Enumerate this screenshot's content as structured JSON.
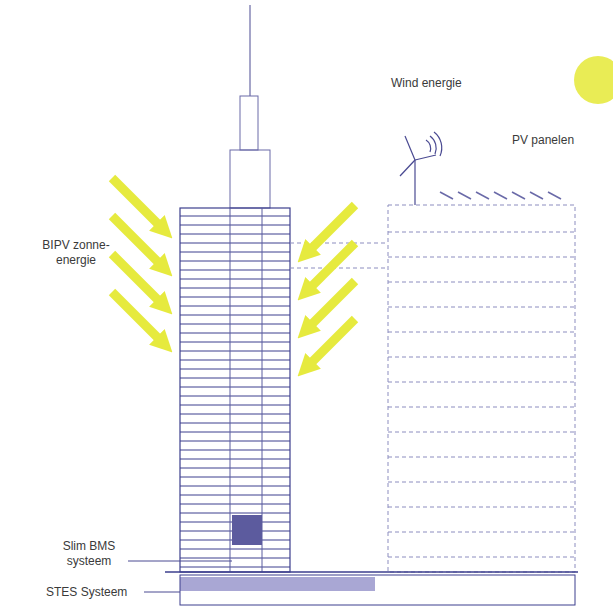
{
  "diagram": {
    "labels": [
      "Wind energie",
      "PV panelen",
      "BIPV zonne-energie",
      "Slim BMS systeem",
      "STES Systeem"
    ]
  }
}
